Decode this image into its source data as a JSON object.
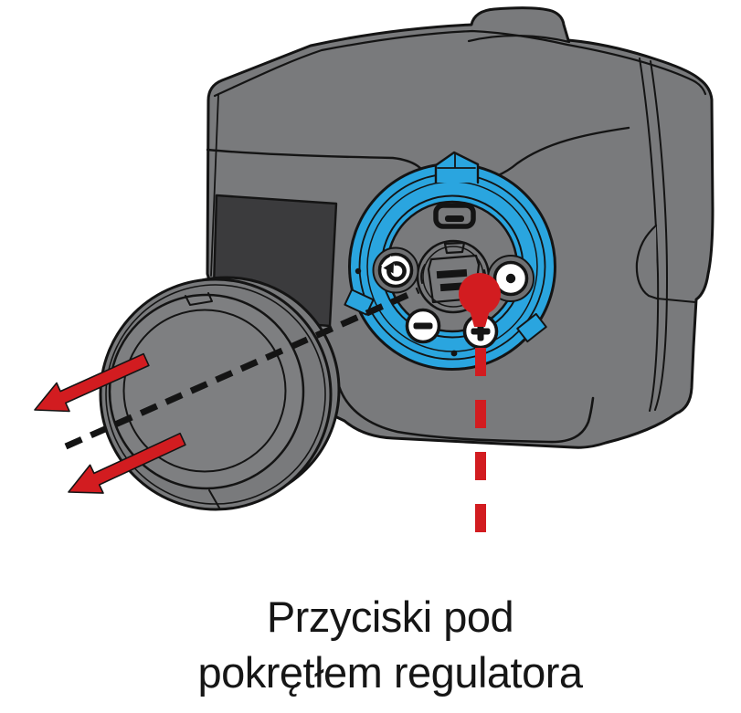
{
  "caption": {
    "line1": "Przyciski pod",
    "line2": "pokrętłem regulatora"
  },
  "colors": {
    "background": "#ffffff",
    "body_gray": "#797a7c",
    "body_gray_light": "#7e7f81",
    "recess_gray": "#6f7072",
    "panel_dark": "#3b3b3d",
    "ring_blue": "#2aa5df",
    "highlight_red": "#d21c20",
    "outline": "#141414",
    "button_face": "#ffffff",
    "text": "#161616"
  },
  "illustration": {
    "buttons": [
      {
        "id": "return-button",
        "glyph": "return-arrow"
      },
      {
        "id": "ok-button",
        "glyph": "dot"
      },
      {
        "id": "minus-button",
        "glyph": "minus"
      },
      {
        "id": "plus-button",
        "glyph": "plus"
      }
    ],
    "port": "micro-usb",
    "highlight_target": "plus-button",
    "annotations": [
      "removal-arrows",
      "axis-dashed-line",
      "highlight-dot",
      "pointer-dashed-line"
    ]
  }
}
